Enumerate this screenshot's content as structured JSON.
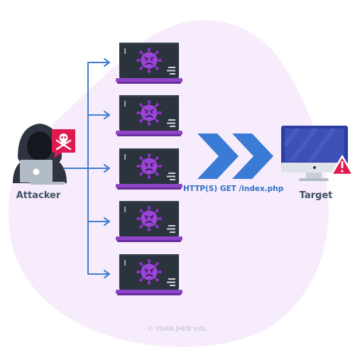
{
  "attacker": {
    "label": "Attacker"
  },
  "target": {
    "label": "Target"
  },
  "request": {
    "label": "HTTP(S) GET /index.php"
  },
  "footer": {
    "copyright": "© YUAN JHEN Info."
  },
  "bots": [
    {
      "name": "infected-laptop-1"
    },
    {
      "name": "infected-laptop-2"
    },
    {
      "name": "infected-laptop-3"
    },
    {
      "name": "infected-laptop-4"
    },
    {
      "name": "infected-laptop-5"
    }
  ],
  "icons": {
    "attacker": "hooded-hacker-icon",
    "alert": "skull-crossbones-icon",
    "bot": "virus-icon",
    "forward": "double-chevron-right-icon",
    "target": "desktop-monitor-icon",
    "warning": "warning-triangle-icon"
  },
  "colors": {
    "background_blob": "#f7ecfb",
    "arrow": "#3f7fd0",
    "virus": "#8b35c9",
    "laptop_screen": "#2b333d",
    "laptop_base": "#8e45c7",
    "chevron": "#3a7bd5",
    "alert": "#e0194f",
    "label": "#3d4f63"
  }
}
